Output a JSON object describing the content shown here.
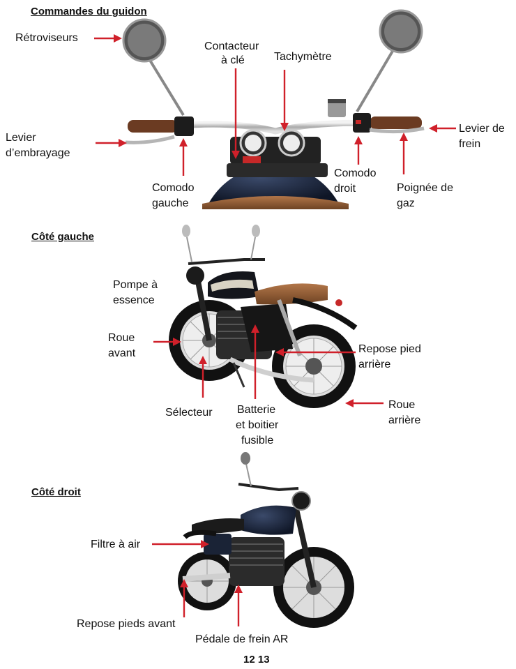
{
  "sections": {
    "handlebar": "Commandes du guidon",
    "left": "Côté gauche",
    "right": "Côté droit"
  },
  "handlebar_labels": {
    "mirrors": "Rétroviseurs",
    "ignition_line1": "Contacteur",
    "ignition_line2": "à clé",
    "tachometer": "Tachymètre",
    "clutch_line1": "Levier",
    "clutch_line2": "d’embrayage",
    "left_switch_line1": "Comodo",
    "left_switch_line2": "gauche",
    "right_switch_line1": "Comodo",
    "right_switch_line2": "droit",
    "throttle_line1": "Poignée de",
    "throttle_line2": "gaz",
    "brake_line1": "Levier de",
    "brake_line2": "frein"
  },
  "left_labels": {
    "fuel_pump_line1": "Pompe à",
    "fuel_pump_line2": "essence",
    "front_wheel_line1": "Roue",
    "front_wheel_line2": "avant",
    "rear_footrest_line1": "Repose pied",
    "rear_footrest_line2": "arrière",
    "selector": "Sélecteur",
    "battery_line1": "Batterie",
    "battery_line2": "et boitier",
    "battery_line3": "fusible",
    "rear_wheel_line1": "Roue",
    "rear_wheel_line2": "arrière"
  },
  "right_labels": {
    "air_filter": "Filtre à air",
    "front_footrests": "Repose pieds avant",
    "rear_brake_pedal": "Pédale de frein AR"
  },
  "page_number": "12 13",
  "colors": {
    "arrow": "#d0202a",
    "seat": "#8b5a33",
    "grip": "#6b3b22",
    "tank": "#1f2f4a",
    "chrome": "#c8c8c8"
  }
}
